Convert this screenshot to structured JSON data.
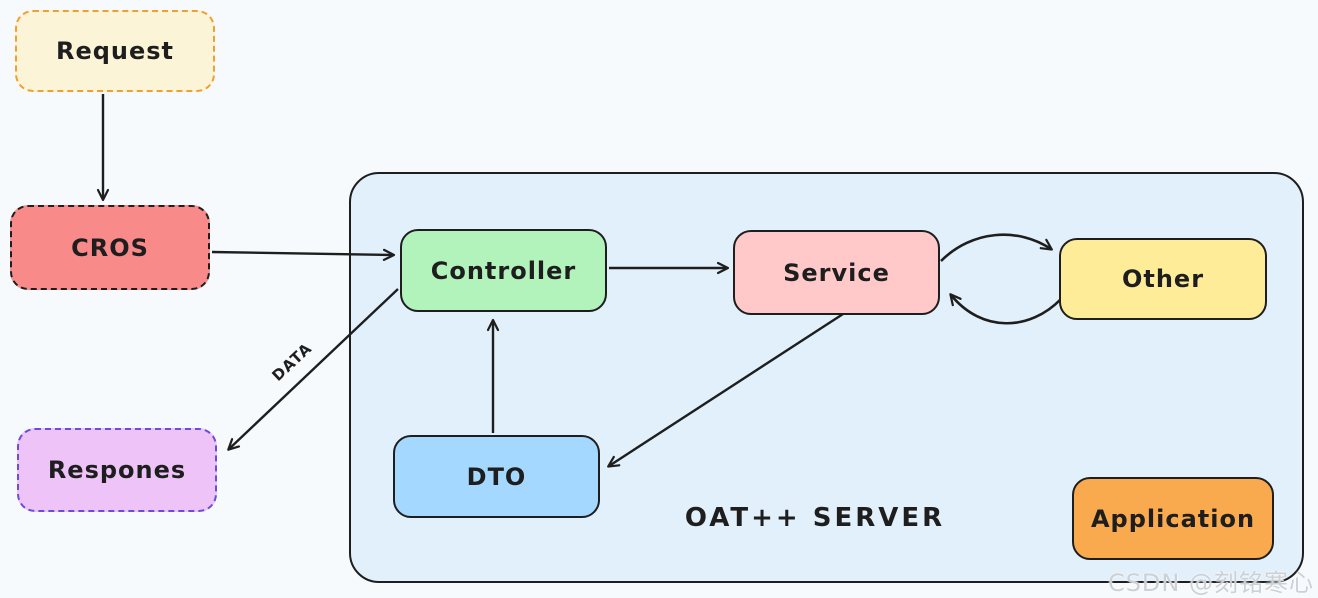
{
  "page": {
    "background": "#f6fafd",
    "watermark": "CSDN @刻铭寒心",
    "stroke_color": "#1e1e1e"
  },
  "container": {
    "label": "OAT++ SERVER",
    "fill": "#e2f0fb",
    "border": "#1e1e1e"
  },
  "nodes": [
    {
      "id": "request",
      "label": "Request",
      "fill": "#fcf4d7",
      "border": "#f0a033",
      "border_style": "dashed"
    },
    {
      "id": "cros",
      "label": "CROS",
      "fill": "#f88a8a",
      "border": "#1e1e1e",
      "border_style": "dashed"
    },
    {
      "id": "respones",
      "label": "Respones",
      "fill": "#eec3f7",
      "border": "#6a4ed9",
      "border_style": "dashed"
    },
    {
      "id": "controller",
      "label": "Controller",
      "fill": "#b2f2bb",
      "border": "#1e1e1e",
      "border_style": "solid"
    },
    {
      "id": "service",
      "label": "Service",
      "fill": "#ffc9c9",
      "border": "#1e1e1e",
      "border_style": "solid"
    },
    {
      "id": "other",
      "label": "Other",
      "fill": "#ffec99",
      "border": "#1e1e1e",
      "border_style": "solid"
    },
    {
      "id": "dto",
      "label": "DTO",
      "fill": "#a5d8ff",
      "border": "#1e1e1e",
      "border_style": "solid"
    },
    {
      "id": "application",
      "label": "Application",
      "fill": "#f9a94e",
      "border": "#1e1e1e",
      "border_style": "solid"
    }
  ],
  "edges": [
    {
      "from": "request",
      "to": "cros",
      "style": "straight"
    },
    {
      "from": "cros",
      "to": "controller",
      "style": "straight"
    },
    {
      "from": "controller",
      "to": "service",
      "style": "straight"
    },
    {
      "from": "service",
      "to": "other",
      "style": "curved-top"
    },
    {
      "from": "other",
      "to": "service",
      "style": "curved-bottom"
    },
    {
      "from": "dto",
      "to": "controller",
      "style": "straight"
    },
    {
      "from": "service",
      "to": "dto",
      "style": "straight"
    },
    {
      "from": "controller",
      "to": "respones",
      "style": "straight",
      "label": "DATA"
    }
  ]
}
